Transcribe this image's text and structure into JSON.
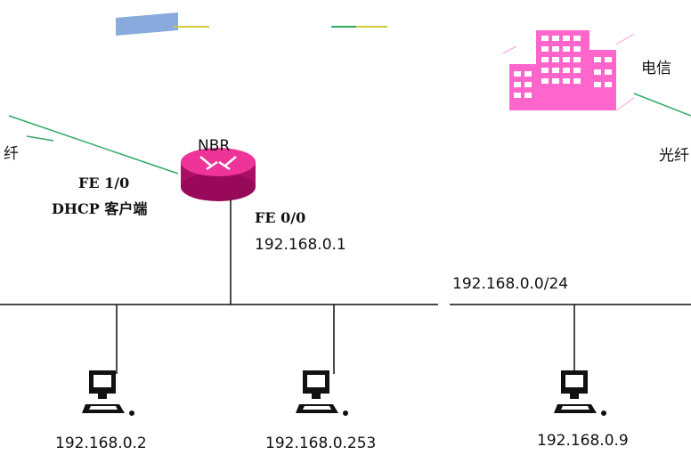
{
  "router": {
    "name": "NBR",
    "wan_port": "FE 1/0",
    "wan_mode": "DHCP 客户端",
    "lan_port": "FE 0/0",
    "lan_ip": "192.168.0.1"
  },
  "edge_labels": {
    "left_fiber": "纤",
    "right_fiber": "光纤"
  },
  "isp": {
    "label": "电信"
  },
  "network": {
    "subnet": "192.168.0.0/24"
  },
  "hosts": [
    {
      "ip": "192.168.0.2"
    },
    {
      "ip": "192.168.0.253"
    },
    {
      "ip": "192.168.0.9"
    }
  ],
  "colors": {
    "building": "#ff66cc",
    "router": "#cc1177",
    "fiber_line": "#33aa66",
    "top_fragment": "#88aadd",
    "ink": "#111111"
  }
}
